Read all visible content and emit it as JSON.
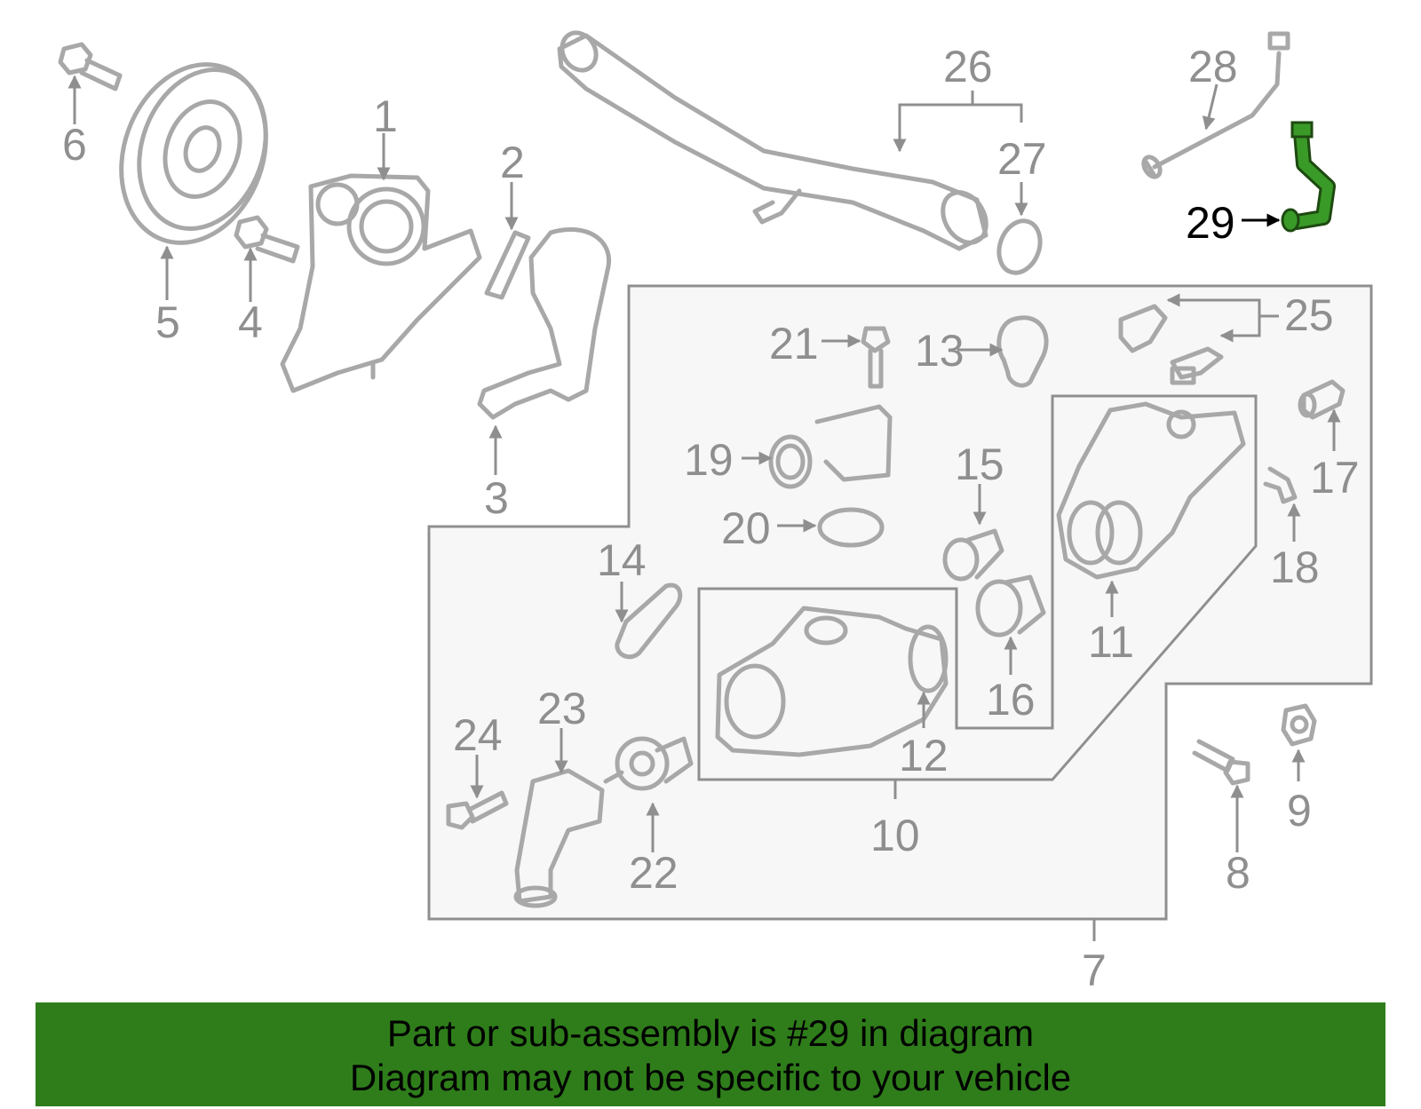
{
  "callouts": {
    "c1": "1",
    "c2": "2",
    "c3": "3",
    "c4": "4",
    "c5": "5",
    "c6": "6",
    "c7": "7",
    "c8": "8",
    "c9": "9",
    "c10": "10",
    "c11": "11",
    "c12": "12",
    "c13": "13",
    "c14": "14",
    "c15": "15",
    "c16": "16",
    "c17": "17",
    "c18": "18",
    "c19": "19",
    "c20": "20",
    "c21": "21",
    "c22": "22",
    "c23": "23",
    "c24": "24",
    "c25": "25",
    "c26": "26",
    "c27": "27",
    "c28": "28",
    "c29": "29"
  },
  "highlight_part": "29",
  "colors": {
    "banner": "#2e7d1a",
    "highlight": "#2e8b1f",
    "line": "#a8a8a8",
    "callout": "#8f8f8f"
  },
  "banner": {
    "line1": "Part or sub-assembly is #29 in diagram",
    "line2": "Diagram may not be specific to your vehicle"
  }
}
